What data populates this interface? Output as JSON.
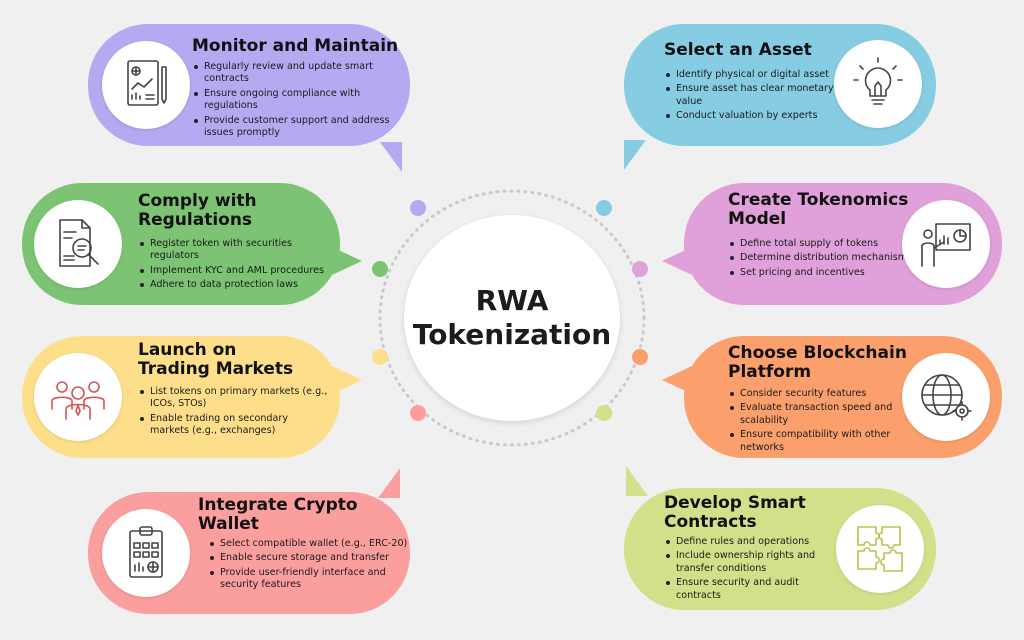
{
  "center": {
    "line1": "RWA",
    "line2": "Tokenization"
  },
  "colors": {
    "purple": "#b7a8f2",
    "blue": "#86cde3",
    "green": "#7cc474",
    "magenta": "#e0a0d9",
    "yellow": "#fddf8b",
    "orange": "#fba06c",
    "red": "#fb9f9e",
    "lime": "#d3e08a"
  },
  "steps": {
    "monitor": {
      "title1": "Monitor and Maintain",
      "title2": "",
      "icon": "report-document-icon",
      "bullets": [
        "Regularly review and update smart contracts",
        "Ensure ongoing compliance with regulations",
        "Provide customer support and address issues promptly"
      ]
    },
    "select": {
      "title1": "Select an Asset",
      "title2": "",
      "icon": "lightbulb-icon",
      "bullets": [
        "Identify physical or digital asset",
        "Ensure asset has clear monetary value",
        "Conduct valuation by experts"
      ]
    },
    "comply": {
      "title1": "Comply with",
      "title2": "Regulations",
      "icon": "document-magnifier-icon",
      "bullets": [
        "Register token with securities regulators",
        "Implement KYC and AML procedures",
        "Adhere to data protection laws"
      ]
    },
    "tokenomics": {
      "title1": "Create Tokenomics",
      "title2": "Model",
      "icon": "presentation-icon",
      "bullets": [
        "Define total supply of tokens",
        "Determine distribution mechanisms",
        "Set pricing and incentives"
      ]
    },
    "launch": {
      "title1": "Launch on",
      "title2": "Trading Markets",
      "icon": "people-group-icon",
      "bullets": [
        "List tokens on primary markets (e.g., ICOs, STOs)",
        "Enable trading on secondary markets (e.g., exchanges)"
      ]
    },
    "blockchain": {
      "title1": "Choose Blockchain",
      "title2": "Platform",
      "icon": "globe-gear-icon",
      "bullets": [
        "Consider security features",
        "Evaluate transaction speed and scalability",
        "Ensure compatibility with other networks"
      ]
    },
    "wallet": {
      "title1": "Integrate Crypto",
      "title2": "Wallet",
      "icon": "clipboard-chart-icon",
      "bullets": [
        "Select compatible wallet (e.g., ERC-20)",
        "Enable secure storage and transfer",
        "Provide user-friendly interface and security features"
      ]
    },
    "contracts": {
      "title1": "Develop Smart",
      "title2": "Contracts",
      "icon": "puzzle-pieces-icon",
      "bullets": [
        "Define rules and operations",
        "Include ownership rights and transfer conditions",
        "Ensure security and audit contracts"
      ]
    }
  }
}
